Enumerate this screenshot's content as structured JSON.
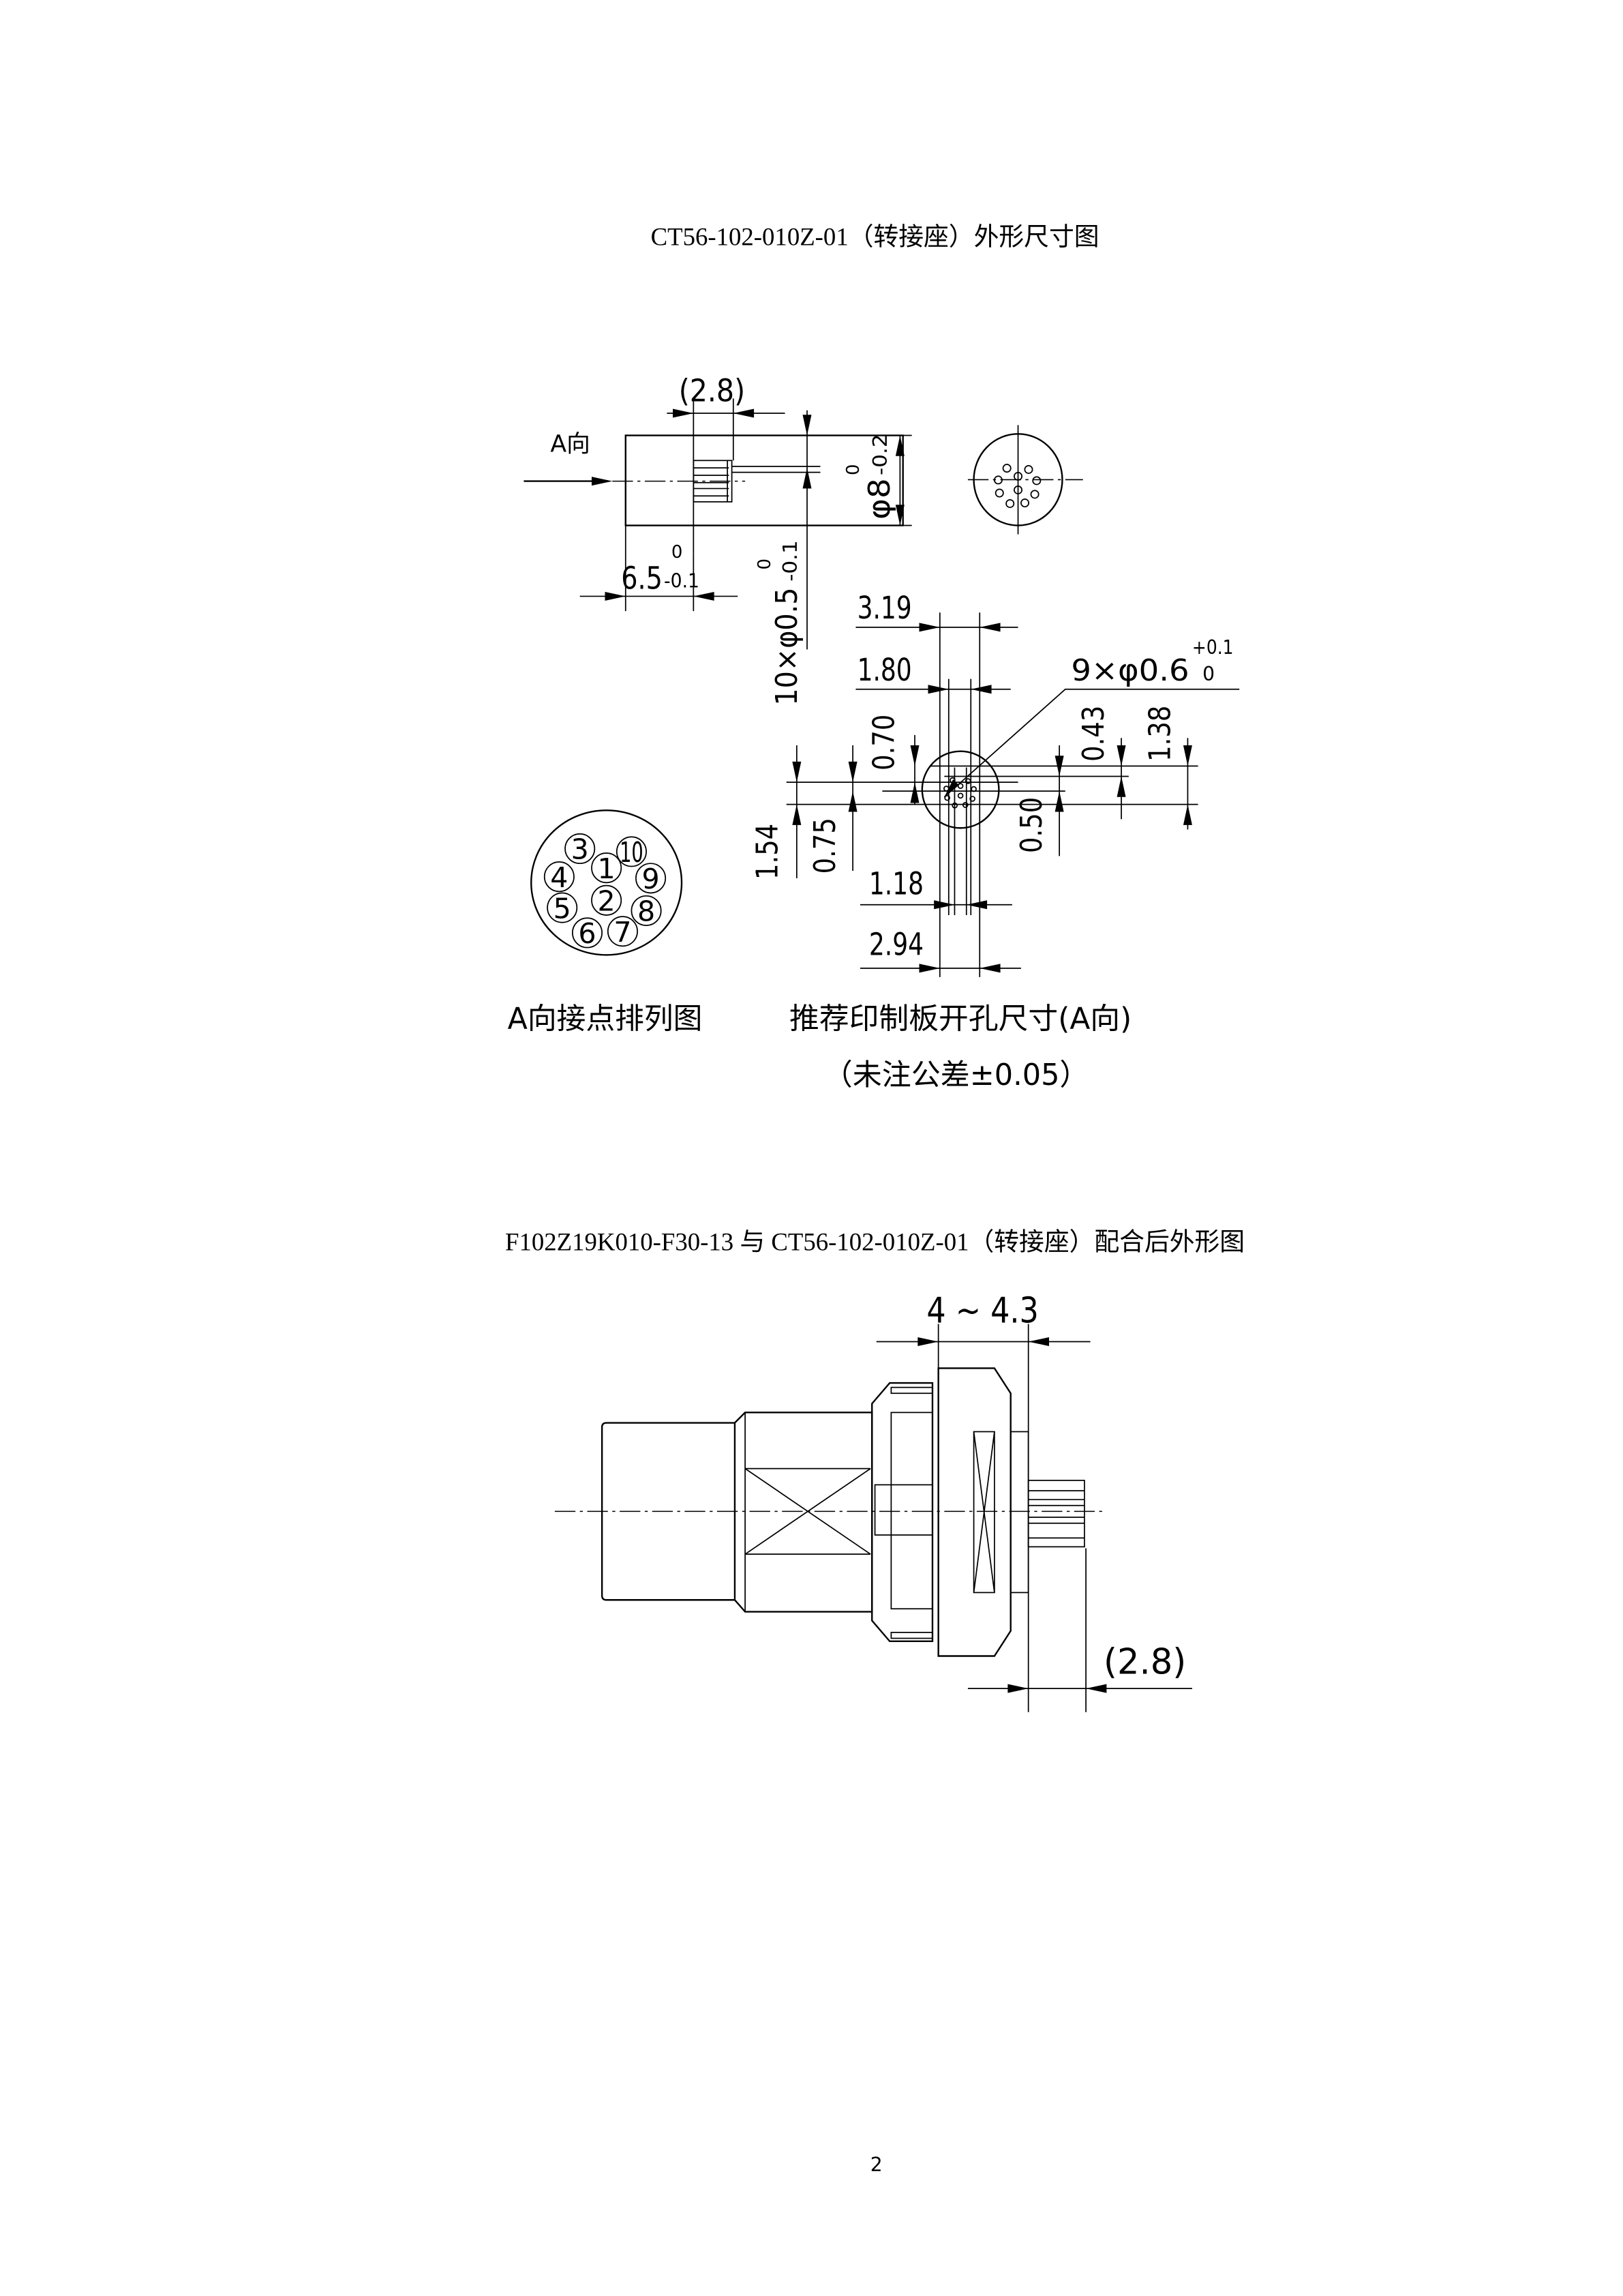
{
  "page": {
    "title1": "CT56-102-010Z-01（转接座）外形尺寸图",
    "title2": "F102Z19K010-F30-13 与 CT56-102-010Z-01（转接座）配合后外形图",
    "page_number": "2"
  },
  "drawing1": {
    "label_a": "A向",
    "dim_2_8": "(2.8)",
    "dim_phi8": "φ8",
    "tol_phi8_upper": "0",
    "tol_phi8_lower": "-0.2",
    "dim_6_5": "6.5",
    "tol_6_5_upper": "0",
    "tol_6_5_lower": "-0.1",
    "pin_spec": "10×φ0.5",
    "tol_pin_upper": "0",
    "tol_pin_lower": "-0.1"
  },
  "pcb": {
    "d319": "3.19",
    "d180": "1.80",
    "hole_spec": "9×φ0.6",
    "hole_tol_upper": "+0.1",
    "hole_tol_lower": "0",
    "d070": "0.70",
    "d043": "0.43",
    "d138": "1.38",
    "d154": "1.54",
    "d075": "0.75",
    "d050": "0.50",
    "d118": "1.18",
    "d294": "2.94",
    "caption": "推荐印制板开孔尺寸(A向)",
    "tolerance_note": "（未注公差±0.05）"
  },
  "pins": {
    "caption": "A向接点排列图",
    "numbers": [
      "1",
      "2",
      "3",
      "4",
      "5",
      "6",
      "7",
      "8",
      "9",
      "10"
    ]
  },
  "drawing2": {
    "dim_range": "4 ~ 4.3",
    "dim_2_8": "(2.8)"
  }
}
